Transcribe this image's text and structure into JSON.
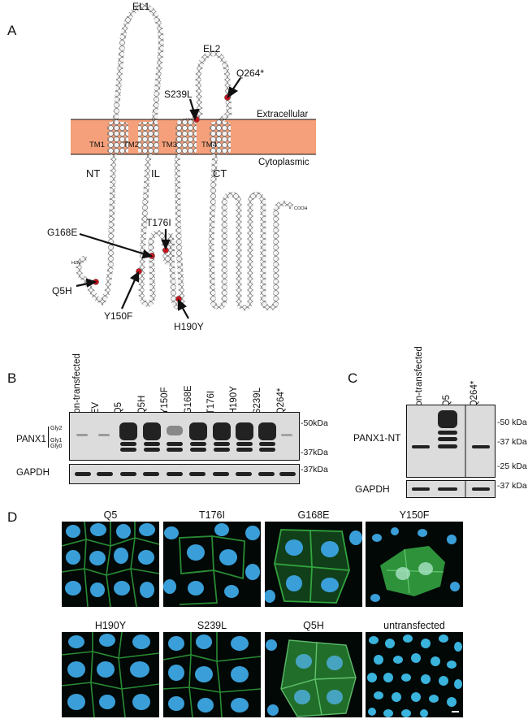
{
  "panels": {
    "a": "A",
    "b": "B",
    "c": "C",
    "d": "D"
  },
  "topology": {
    "loops": [
      "EL1",
      "EL2"
    ],
    "membrane": {
      "top": "Extracellular",
      "bottom": "Cytoplasmic"
    },
    "tm": [
      "TM1",
      "TM2",
      "TM3",
      "TM4"
    ],
    "domains": [
      "NT",
      "IL",
      "CT"
    ],
    "termini": {
      "n": "H2N",
      "c": "COOH"
    },
    "mutations": [
      "S239L",
      "Q264*",
      "G168E",
      "T176I",
      "Q5H",
      "Y150F",
      "H190Y"
    ],
    "colors": {
      "membrane": "#f5a07a",
      "residue_fill": "#f2f2f2",
      "mutation": "#c8161d"
    }
  },
  "blot_b": {
    "lanes": [
      "Non-transfected",
      "+EV",
      "+Q5",
      "+Q5H",
      "+Y150F",
      "+G168E",
      "+T176I",
      "+H190Y",
      "+S239L",
      "+Q264*"
    ],
    "protein": "PANX1",
    "glyco": [
      "Gly2",
      "Gly1",
      "Gly0"
    ],
    "markers": [
      "-50kDa",
      "-37kDa"
    ],
    "loading": "GAPDH",
    "loading_marker": "-37kDa"
  },
  "blot_c": {
    "lanes": [
      "Non-transfected",
      "+Q5",
      "+Q264*"
    ],
    "protein": "PANX1-NT",
    "markers": [
      "-50 kDa",
      "-37 kDa",
      "-25 kDa"
    ],
    "loading": "GAPDH",
    "loading_marker": "-37 kDa"
  },
  "micrographs": [
    "Q5",
    "T176I",
    "G168E",
    "Y150F",
    "H190Y",
    "S239L",
    "Q5H",
    "untransfected"
  ]
}
